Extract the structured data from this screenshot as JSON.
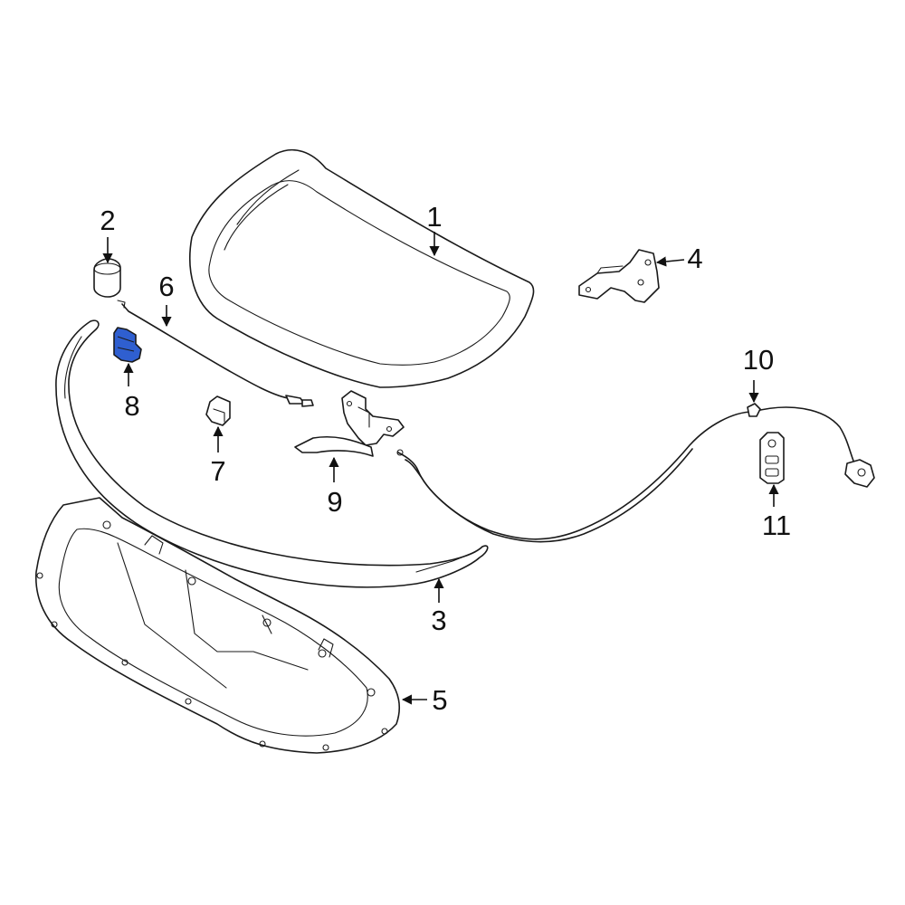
{
  "highlight_color": "#2f5fd0",
  "callouts": [
    {
      "id": "1",
      "label": "1"
    },
    {
      "id": "2",
      "label": "2"
    },
    {
      "id": "3",
      "label": "3"
    },
    {
      "id": "4",
      "label": "4"
    },
    {
      "id": "5",
      "label": "5"
    },
    {
      "id": "6",
      "label": "6"
    },
    {
      "id": "7",
      "label": "7"
    },
    {
      "id": "8",
      "label": "8"
    },
    {
      "id": "9",
      "label": "9"
    },
    {
      "id": "10",
      "label": "10"
    },
    {
      "id": "11",
      "label": "11"
    }
  ]
}
